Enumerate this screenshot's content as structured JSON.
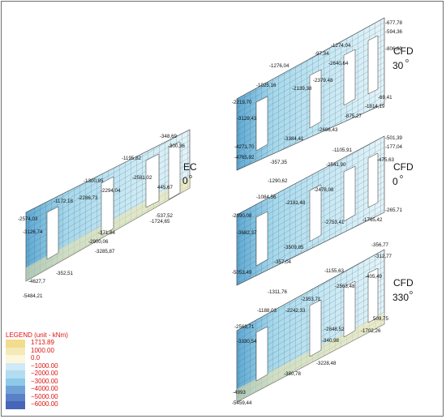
{
  "panels": [
    {
      "id": "ec",
      "title": "EC",
      "angle": "0",
      "labels": [
        "-348,69",
        "-300,36",
        "-1195,82",
        "-2581,02",
        "445,67",
        "-1300,85",
        "-2294,04",
        "-1172,18",
        "-2286,73",
        "-537,52",
        "-2574,03",
        "-1724,65",
        "-3126,74",
        "-371,84",
        "-2900,06",
        "-3285,87",
        "-4627,7",
        "-5484,21",
        "-352,51"
      ]
    },
    {
      "id": "cfd30",
      "title": "CFD",
      "angle": "30",
      "labels": [
        "-677,78",
        "-594,36",
        "-97,34",
        "-1274,04",
        "-806,69",
        "-1276,04",
        "-2640,64",
        "-1025,16",
        "-2379,48",
        "-2139,38",
        "-2219,70",
        "-2686,43",
        "-875,27",
        "-69,41",
        "-3129,43",
        "-1814,19",
        "-3384,41",
        "-4765,92",
        "-4271,70",
        "-357,35"
      ]
    },
    {
      "id": "cfd0",
      "title": "CFD",
      "angle": "0",
      "labels": [
        "-501,39",
        "-177,04",
        "-1105,91",
        "-475,63",
        "-1290,62",
        "-2541,90",
        "-1084,56",
        "-2478,08",
        "-2181,48",
        "-2753,41",
        "-2390,08",
        "-265,71",
        "-1765,42",
        "-3682,37",
        "-3509,85",
        "-5053,49",
        "-357,04"
      ]
    },
    {
      "id": "cfd330",
      "title": "CFD",
      "angle": "330",
      "labels": [
        "-356,77",
        "-312,77",
        "-1155,63",
        "-2563,48",
        "-405,49",
        "-1311,76",
        "-2353,71",
        "-1188,03",
        "-2242,33",
        "-2569,71",
        "-2848,52",
        "-1702,26",
        "-3330,54",
        "-340,98",
        "-3228,48",
        "-5459,44",
        "-4993",
        "-380,78",
        "509,75"
      ]
    }
  ],
  "legend": {
    "title": "LEGEND (unit - kNm)",
    "items": [
      {
        "value": "1713.89",
        "color": "#f2dc8e"
      },
      {
        "value": "1000.00",
        "color": "#f4eab8"
      },
      {
        "value": "0.0",
        "color": "#fbf6dc"
      },
      {
        "value": "−1000.00",
        "color": "#cfeaf6"
      },
      {
        "value": "−2000.00",
        "color": "#b2dcf0"
      },
      {
        "value": "−3000.00",
        "color": "#8dc9e9"
      },
      {
        "value": "−4000.00",
        "color": "#6fa3d8"
      },
      {
        "value": "−5000.00",
        "color": "#5a80c7"
      },
      {
        "value": "−6000.00",
        "color": "#4766b8"
      }
    ]
  }
}
